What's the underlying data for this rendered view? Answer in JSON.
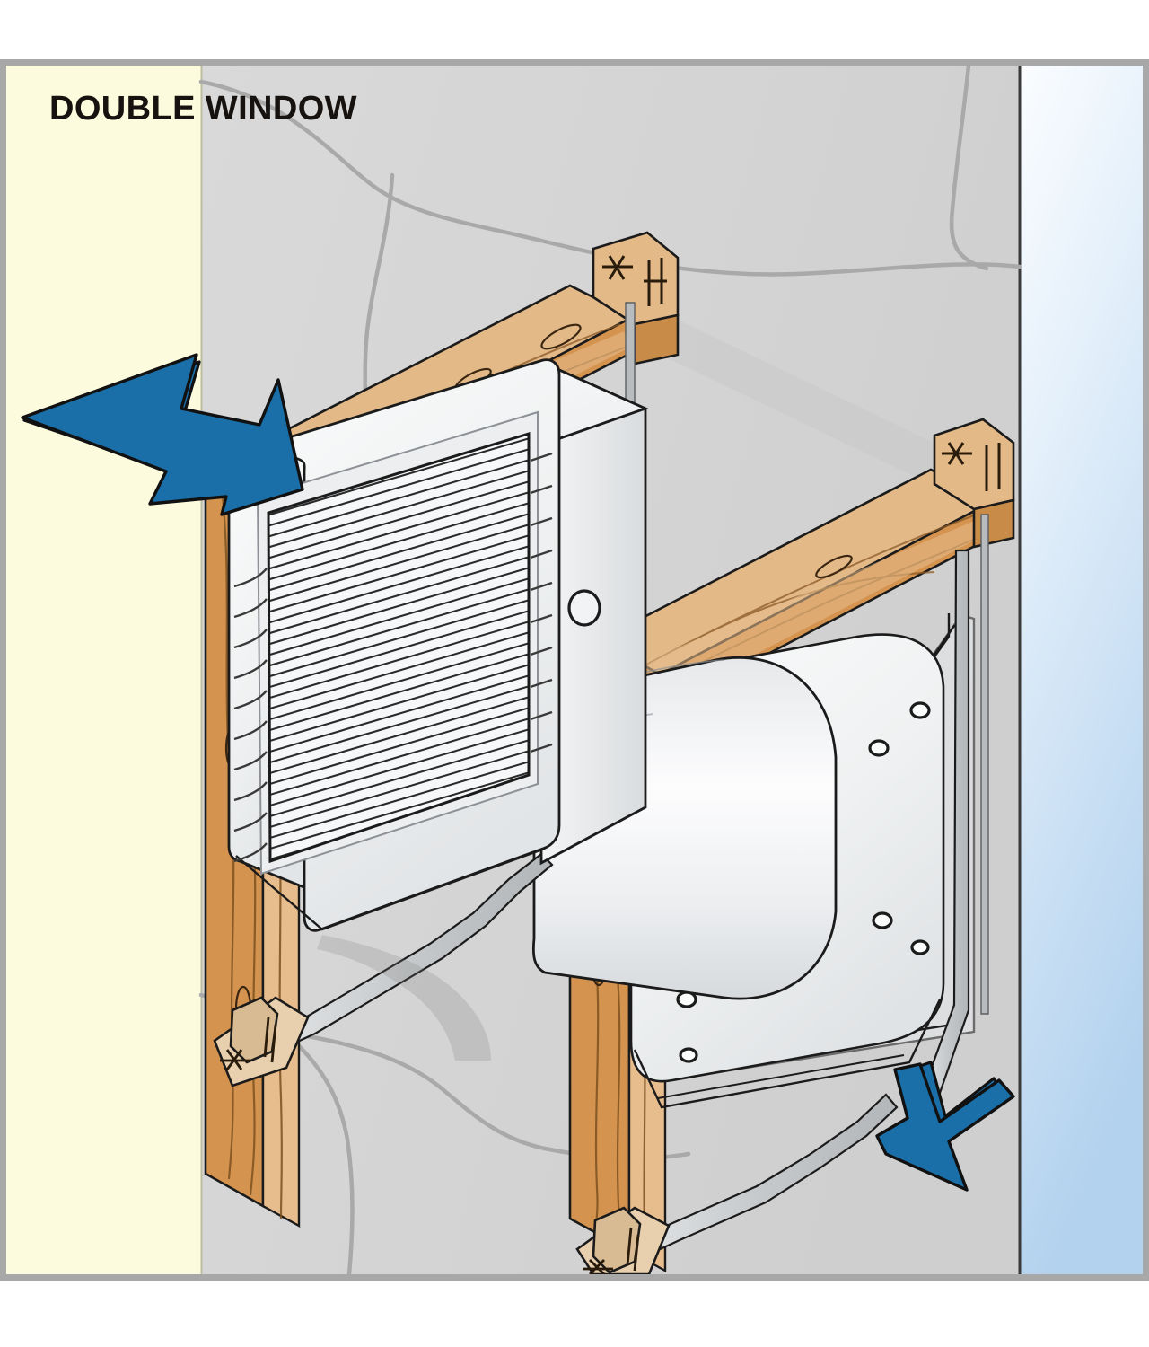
{
  "figure": {
    "title": "DOUBLE WINDOW",
    "type": "technical-installation-illustration",
    "subject": "Through-window exhaust fan installed in a double (twin) window opening"
  },
  "colors": {
    "interior_wall": "#fdfbdd",
    "exterior_stucco": "#d5d5d5",
    "sky": "#bcd8f0",
    "wood_main": "#d4934f",
    "wood_light": "#e8bd8e",
    "wood_mid": "#dca669",
    "wood_dark": "#b9763a",
    "unit_body": "#f2f3f4",
    "unit_shade": "#dfe1e3",
    "metal_strap": "#c9cbcd",
    "arrow_blue": "#1a6fa8",
    "outline": "#1b1b1b",
    "frame_border": "#a8a8a8"
  },
  "regions": [
    {
      "name": "interior-wall",
      "label": "Interior wall (cream)"
    },
    {
      "name": "exterior-stucco-wall",
      "label": "Exterior stucco wall (gray, cracked)"
    },
    {
      "name": "sky-background",
      "label": "Outdoor sky background (light blue)"
    }
  ],
  "components": [
    {
      "name": "window-head-jamb-upper",
      "label": "Upper wood head jamb"
    },
    {
      "name": "window-head-jamb-lower",
      "label": "Lower wood head jamb"
    },
    {
      "name": "window-side-jamb-left",
      "label": "Left wood side jamb"
    },
    {
      "name": "window-side-jamb-center",
      "label": "Center wood mullion jamb"
    },
    {
      "name": "fan-unit-housing",
      "label": "Interior fan housing"
    },
    {
      "name": "louver-grille",
      "label": "Horizontal louver grille"
    },
    {
      "name": "duct-collar",
      "label": "Transition duct / plenum"
    },
    {
      "name": "exterior-mounting-plate",
      "label": "Exterior mounting plate"
    },
    {
      "name": "exterior-trim-frame",
      "label": "Exterior trim frame"
    },
    {
      "name": "mounting-bracket-top-left",
      "label": "Top-left wood mounting block"
    },
    {
      "name": "mounting-bracket-top-right",
      "label": "Top-right wood mounting block"
    },
    {
      "name": "mounting-bracket-bottom-left",
      "label": "Bottom-left wood mounting block"
    },
    {
      "name": "mounting-bracket-bottom-right",
      "label": "Bottom-right wood mounting block"
    },
    {
      "name": "retaining-strap-left",
      "label": "Left metal retaining strap"
    },
    {
      "name": "retaining-strap-right",
      "label": "Right metal retaining strap"
    }
  ],
  "annotations": {
    "arrow_inlet": {
      "name": "airflow-arrow-inlet",
      "direction": "down-right",
      "meaning": "Air intake into fan unit"
    },
    "arrow_outlet": {
      "name": "airflow-arrow-outlet",
      "direction": "down-right",
      "meaning": "Air exhausted outdoors"
    }
  },
  "counts": {
    "mounting_plate_screw_holes": 6,
    "louver_slats": 34,
    "wall_cracks": 6
  }
}
